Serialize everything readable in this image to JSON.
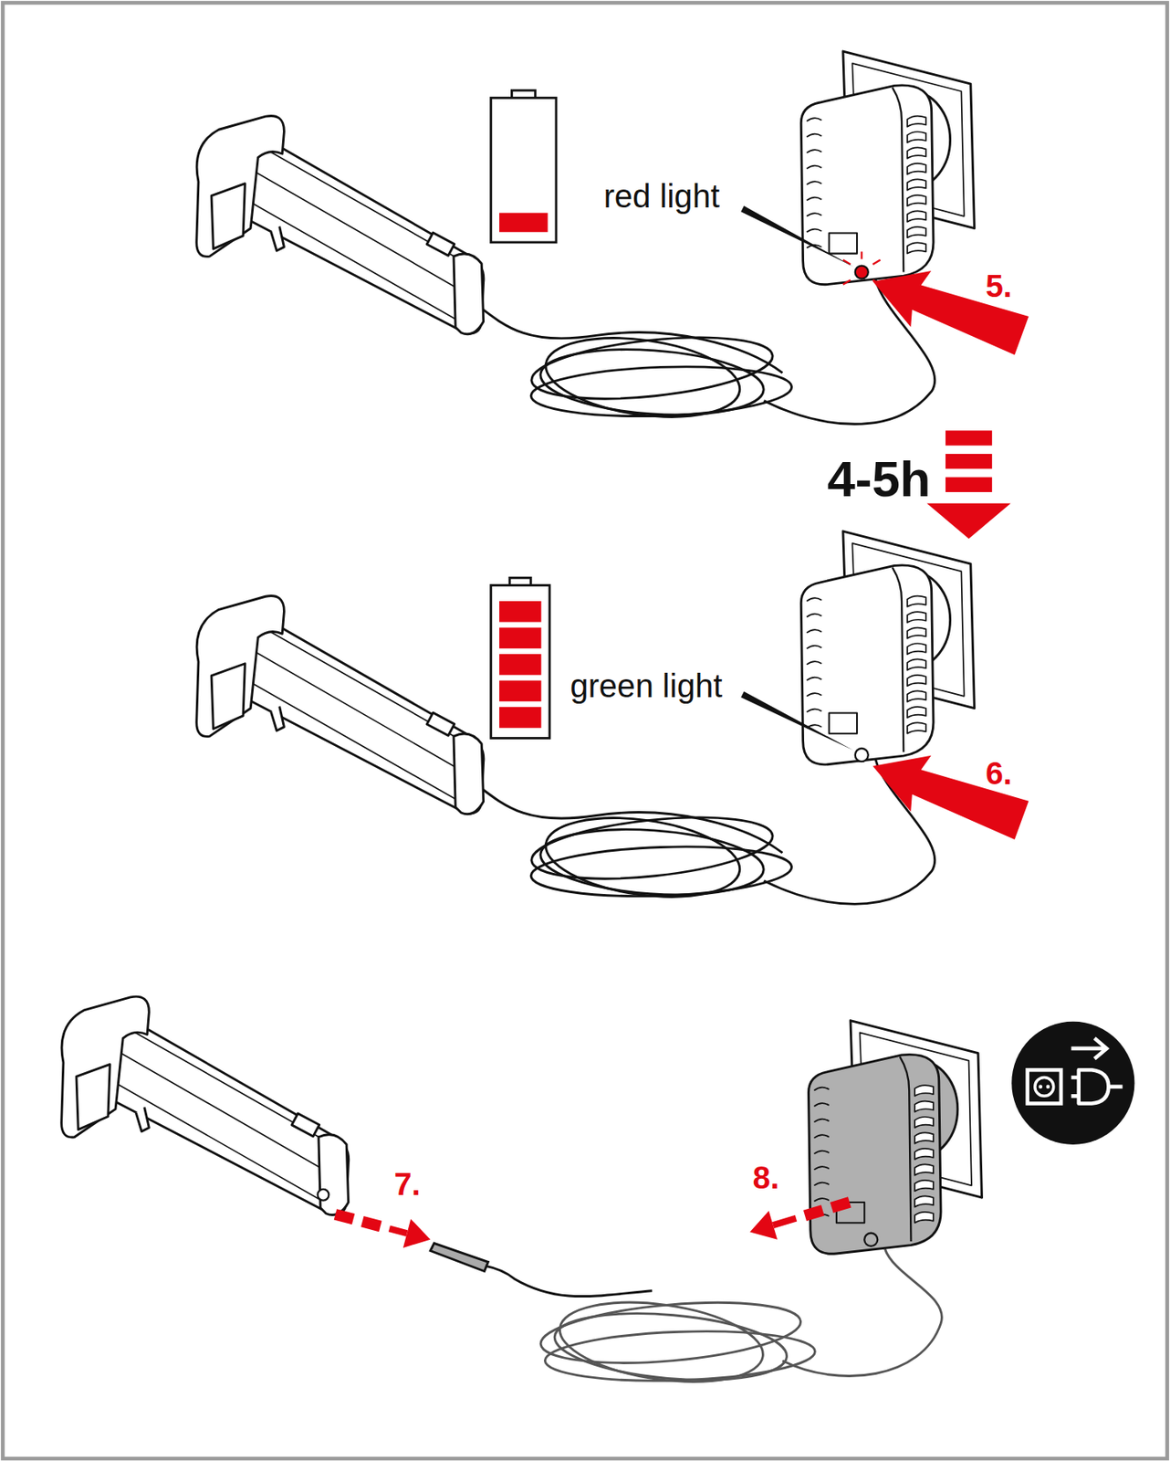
{
  "diagram": {
    "labels": [
      "red light",
      "5.",
      "4-5h",
      "green light",
      "6.",
      "7.",
      "8."
    ]
  }
}
